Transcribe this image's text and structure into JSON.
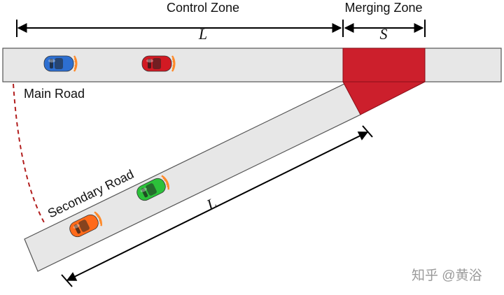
{
  "labels": {
    "control_zone": "Control Zone",
    "merging_zone": "Merging Zone",
    "length_main": "L",
    "length_merge": "S",
    "main_road": "Main Road",
    "secondary_road": "Secondary Road",
    "length_secondary": "L",
    "watermark": "知乎 @黄浴"
  },
  "colors": {
    "road_fill": "#e7e7e7",
    "road_stroke": "#555555",
    "merging_zone": "#cc1f2c",
    "signal": "#ff8a2a",
    "car_main_1": "#2d6fd1",
    "car_main_2": "#d21a23",
    "car_secondary_1": "#2cc13a",
    "car_secondary_2": "#ff6a1a",
    "arc": "#b21e1e"
  },
  "cars": [
    {
      "name": "car-blue",
      "color_key": "car_main_1"
    },
    {
      "name": "car-red",
      "color_key": "car_main_2"
    },
    {
      "name": "car-green",
      "color_key": "car_secondary_1"
    },
    {
      "name": "car-orange",
      "color_key": "car_secondary_2"
    }
  ]
}
